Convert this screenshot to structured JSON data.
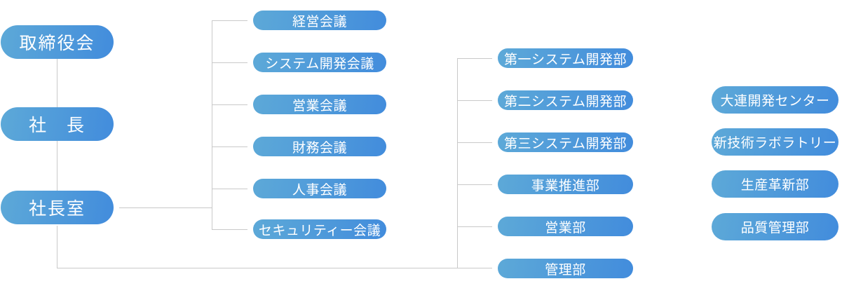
{
  "theme": {
    "canvas-bg": "#ffffff",
    "node-grad-start": "#5da9d8",
    "node-grad-end": "#428cdc",
    "node-text": "#ffffff",
    "connector": "#c9c9c9"
  },
  "org": {
    "executive_chain": {
      "board": {
        "label": "取締役会"
      },
      "president": {
        "label": "社　長"
      },
      "presidents_office": {
        "label": "社長室"
      }
    },
    "meetings": [
      {
        "label": "経営会議"
      },
      {
        "label": "システム開発会議"
      },
      {
        "label": "営業会議"
      },
      {
        "label": "財務会議"
      },
      {
        "label": "人事会議"
      },
      {
        "label": "セキュリティー会議"
      }
    ],
    "departments": [
      {
        "label": "第一システム開発部"
      },
      {
        "label": "第二システム開発部"
      },
      {
        "label": "第三システム開発部"
      },
      {
        "label": "事業推進部"
      },
      {
        "label": "営業部"
      },
      {
        "label": "管理部"
      }
    ],
    "affiliates": [
      {
        "label": "大連開発センター"
      },
      {
        "label": "新技術ラボラトリー"
      },
      {
        "label": "生産革新部"
      },
      {
        "label": "品質管理部"
      }
    ]
  }
}
